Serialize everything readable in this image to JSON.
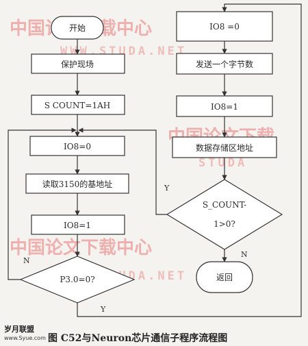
{
  "nodes": {
    "start": "开始",
    "save_context": "保护现场",
    "set_count": "S COUNT=1AH",
    "io8_zero_left": "IO8=0",
    "read_base": "读取3150的基地址",
    "io8_one_left": "IO8=1",
    "check_p30": "P3.0=0?",
    "io8_zero_right": "IO8 =0",
    "send_byte_count": "发送一个字节数",
    "io8_one_right": "IO8=1",
    "data_store_addr": "数据存储区地址",
    "check_count_1": "S_COUNT-",
    "check_count_2": "1>0?",
    "return": "返回"
  },
  "edge_labels": {
    "p30_no": "N",
    "p30_yes": "Y",
    "count_yes": "Y",
    "count_no": "N"
  },
  "watermarks": {
    "cn": "中国论文下载中心",
    "url": "WWW.STUDA.NET",
    "cn_right": "中国论文下载",
    "url_right": "STUDA"
  },
  "footer": {
    "site_name": "岁月联盟",
    "site_url": "www.Syue.com",
    "caption": "图 C52与Neuron芯片通信子程序流程图"
  },
  "colors": {
    "line": "#333333",
    "watermark": "#e87a7a",
    "background": "#f4f3ef"
  }
}
